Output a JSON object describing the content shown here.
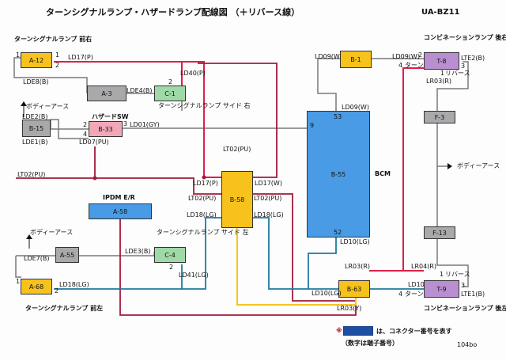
{
  "title": "ターンシグナルランプ・ハザードランプ配線図 （＋リバース線）",
  "model": "UA-BZ11",
  "page": "104bo",
  "note": {
    "marker": "※",
    "text1": "は、コネクター番号を表す",
    "text2": "（数字は端子番号）"
  },
  "colors": {
    "red": "#d9224a",
    "grey": "#7a7a7a",
    "teal": "#1d7a9e",
    "yellow": "#f3c61e",
    "crimson": "#a3163a",
    "black": "#111111"
  },
  "labels": {
    "front_right": "ターンシグナルランプ 前右",
    "front_left": "ターンシグナルランプ 前左",
    "side_right": "ターンシグナルランプ サイド 右",
    "side_left": "ターンシグナルランプ サイド 左",
    "body_earth": "ボディーアース",
    "hazard_sw": "ハザードSW",
    "ipdm": "IPDM E/R",
    "bcm": "BCM",
    "combi_rear_right": "コンビネーションランプ 後右",
    "combi_rear_left": "コンビネーションランプ 後左",
    "reverse": "リバース",
    "turn": "ターン"
  },
  "connectors": {
    "A12": "A-12",
    "A3": "A-3",
    "C1": "C-1",
    "B15": "B-15",
    "B33": "B-33",
    "B58": "B-58",
    "A58": "A-58",
    "A55": "A-55",
    "C4": "C-4",
    "A68": "A-68",
    "B1": "B-1",
    "B55": "B-55",
    "B63": "B-63",
    "T8": "T-8",
    "T9": "T-9",
    "F3": "F-3",
    "F13": "F-13"
  },
  "wires": {
    "LD17P": "LD17(P)",
    "LDE8B": "LDE8(B)",
    "LD40P": "LD40(P)",
    "LDE4B": "LDE4(B)",
    "LDE2B": "LDE2(B)",
    "LDE1B": "LDE1(B)",
    "LD01GY": "LD01(GY)",
    "LD07PU": "LD07(PU)",
    "LT02PU": "LT02(PU)",
    "LD17W": "LD17(W)",
    "LD18LG": "LD18(LG)",
    "LDE3B": "LDE3(B)",
    "LDE7B": "LDE7(B)",
    "LD41LG": "LD41(LG)",
    "LD09W": "LD09(W)",
    "LTE2B": "LTE2(B)",
    "LR03R": "LR03(R)",
    "LR03Y": "LR03(Y)",
    "LD10LG": "LD10(LG)",
    "LR04R": "LR04(R)",
    "LTE1B": "LTE1(B)"
  },
  "pins": {
    "p1": "1",
    "p2": "2",
    "p3": "3",
    "p4": "4",
    "p9": "9",
    "p52": "52",
    "p53": "53"
  }
}
